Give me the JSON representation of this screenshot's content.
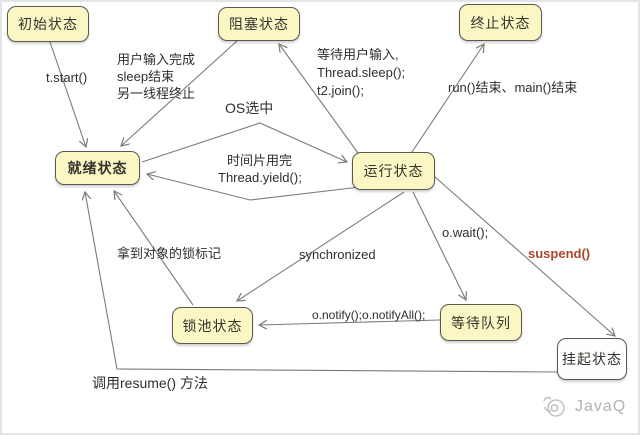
{
  "diagram": {
    "nodes": [
      {
        "id": "initial",
        "label": "初始状态"
      },
      {
        "id": "blocked",
        "label": "阻塞状态"
      },
      {
        "id": "terminated",
        "label": "终止状态"
      },
      {
        "id": "ready",
        "label": "就绪状态"
      },
      {
        "id": "running",
        "label": "运行状态"
      },
      {
        "id": "lock-pool",
        "label": "锁池状态"
      },
      {
        "id": "wait-queue",
        "label": "等待队列"
      },
      {
        "id": "suspended",
        "label": "挂起状态"
      }
    ],
    "edges": [
      {
        "from": "初始状态",
        "to": "就绪状态",
        "label": [
          "t.start()"
        ]
      },
      {
        "from": "阻塞状态",
        "to": "就绪状态",
        "label": [
          "用户输入完成",
          "sleep结束",
          "另一线程终止"
        ]
      },
      {
        "from": "就绪状态",
        "to": "运行状态",
        "label": [
          "OS选中"
        ]
      },
      {
        "from": "运行状态",
        "to": "就绪状态",
        "label": [
          "时间片用完",
          "Thread.yield();"
        ]
      },
      {
        "from": "运行状态",
        "to": "阻塞状态",
        "label": [
          "等待用户输入,",
          "Thread.sleep();",
          "t2.join();"
        ]
      },
      {
        "from": "运行状态",
        "to": "终止状态",
        "label": [
          "run()结束、main()结束"
        ]
      },
      {
        "from": "运行状态",
        "to": "锁池状态",
        "label": [
          "synchronized"
        ]
      },
      {
        "from": "锁池状态",
        "to": "就绪状态",
        "label": [
          "拿到对象的锁标记"
        ]
      },
      {
        "from": "等待队列",
        "to": "锁池状态",
        "label": [
          "o.notify();o.notifyAll();"
        ]
      },
      {
        "from": "运行状态",
        "to": "等待队列",
        "label": [
          "o.wait();"
        ]
      },
      {
        "from": "运行状态",
        "to": "挂起状态",
        "label": [
          "suspend()"
        ]
      },
      {
        "from": "挂起状态",
        "to": "就绪状态",
        "label": [
          "调用resume() 方法"
        ]
      }
    ]
  },
  "watermark": {
    "brand": "JavaQ"
  },
  "colors": {
    "node_fill": "#fbf7c5",
    "suspended_node_fill": "#fefefe",
    "node_border": "#5b594e",
    "line": "#7d7b75",
    "text": "#2f2e2a",
    "suspend_label": "#b0452e",
    "watermark": "#b3b3b3"
  }
}
